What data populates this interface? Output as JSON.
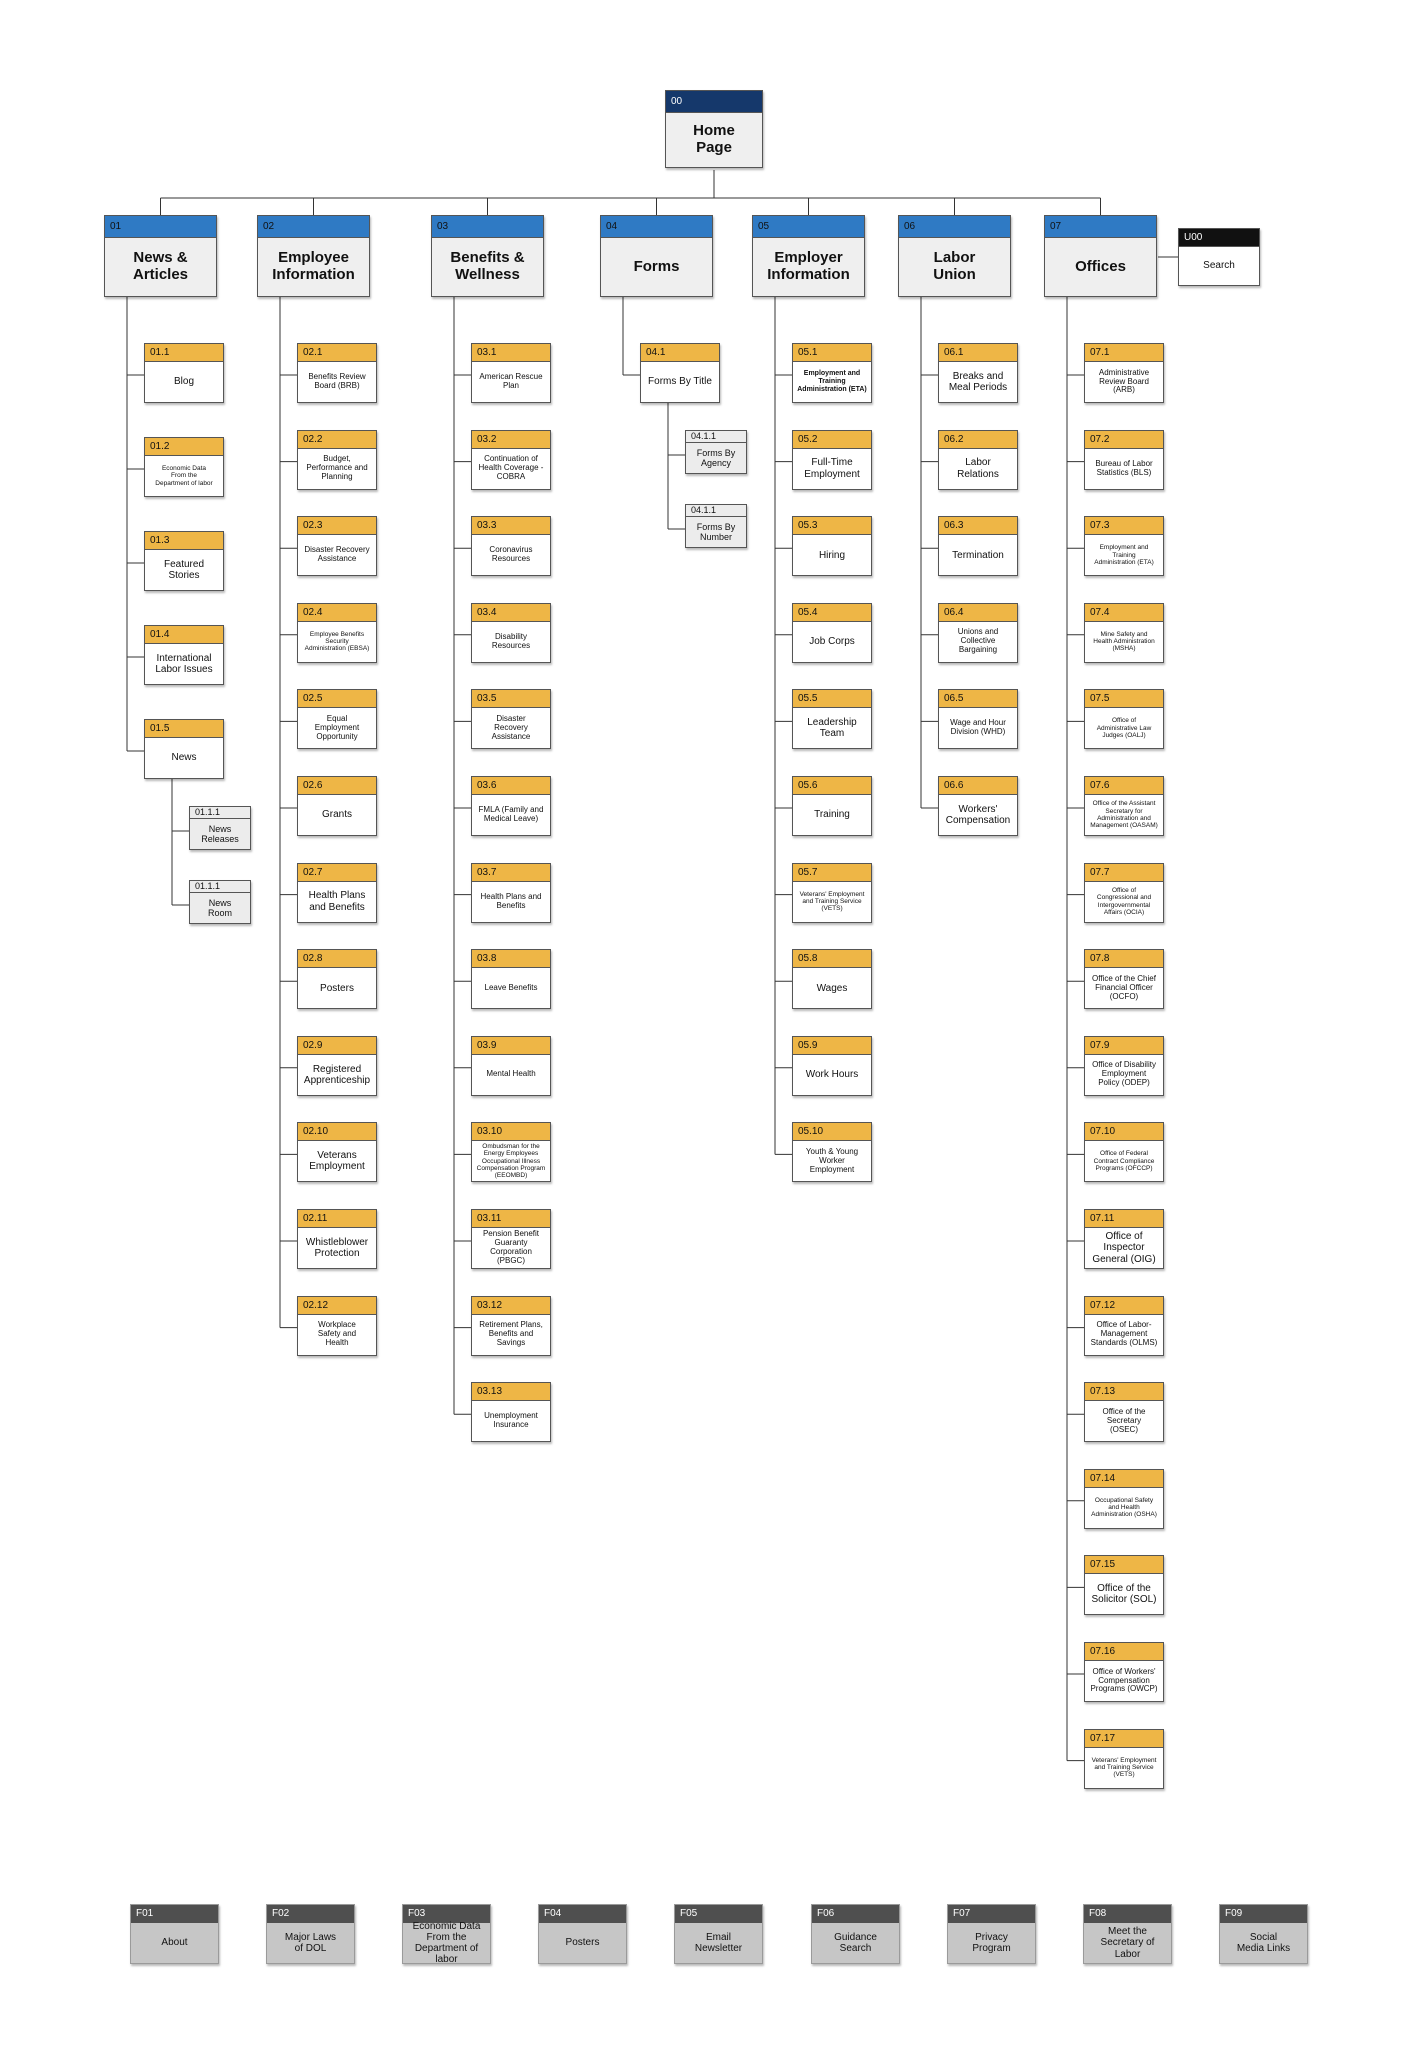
{
  "diagram": {
    "home": {
      "id": "00",
      "label": "Home\nPage"
    },
    "utility": {
      "id": "U00",
      "label": "Search"
    },
    "sections": [
      {
        "id": "01",
        "label": "News &\nArticles",
        "items": [
          {
            "id": "01.1",
            "label": "Blog",
            "size": "n"
          },
          {
            "id": "01.2",
            "label": "Economic Data\nFrom the\nDepartment of labor",
            "size": "xs"
          },
          {
            "id": "01.3",
            "label": "Featured\nStories",
            "size": "n"
          },
          {
            "id": "01.4",
            "label": "International\nLabor Issues",
            "size": "n"
          },
          {
            "id": "01.5",
            "label": "News",
            "size": "n",
            "children": [
              {
                "id": "01.1.1",
                "label": "News\nReleases"
              },
              {
                "id": "01.1.1",
                "label": "News\nRoom"
              }
            ]
          }
        ]
      },
      {
        "id": "02",
        "label": "Employee\nInformation",
        "items": [
          {
            "id": "02.1",
            "label": "Benefits Review\nBoard (BRB)",
            "size": "s"
          },
          {
            "id": "02.2",
            "label": "Budget,\nPerformance and\nPlanning",
            "size": "s"
          },
          {
            "id": "02.3",
            "label": "Disaster Recovery\nAssistance",
            "size": "s"
          },
          {
            "id": "02.4",
            "label": "Employee Benefits\nSecurity\nAdministration (EBSA)",
            "size": "xs"
          },
          {
            "id": "02.5",
            "label": "Equal\nEmployment\nOpportunity",
            "size": "s"
          },
          {
            "id": "02.6",
            "label": "Grants",
            "size": "n"
          },
          {
            "id": "02.7",
            "label": "Health Plans\nand Benefits",
            "size": "n"
          },
          {
            "id": "02.8",
            "label": "Posters",
            "size": "n"
          },
          {
            "id": "02.9",
            "label": "Registered\nApprenticeship",
            "size": "n"
          },
          {
            "id": "02.10",
            "label": "Veterans\nEmployment",
            "size": "n"
          },
          {
            "id": "02.11",
            "label": "Whistleblower\nProtection",
            "size": "n"
          },
          {
            "id": "02.12",
            "label": "Workplace\nSafety and\nHealth",
            "size": "s"
          }
        ]
      },
      {
        "id": "03",
        "label": "Benefits &\nWellness",
        "items": [
          {
            "id": "03.1",
            "label": "American Rescue\nPlan",
            "size": "s"
          },
          {
            "id": "03.2",
            "label": "Continuation of\nHealth Coverage -\nCOBRA",
            "size": "s"
          },
          {
            "id": "03.3",
            "label": "Coronavirus\nResources",
            "size": "s"
          },
          {
            "id": "03.4",
            "label": "Disability\nResources",
            "size": "s"
          },
          {
            "id": "03.5",
            "label": "Disaster\nRecovery\nAssistance",
            "size": "s"
          },
          {
            "id": "03.6",
            "label": "FMLA (Family and\nMedical Leave)",
            "size": "s"
          },
          {
            "id": "03.7",
            "label": "Health Plans and\nBenefits",
            "size": "s"
          },
          {
            "id": "03.8",
            "label": "Leave Benefits",
            "size": "s"
          },
          {
            "id": "03.9",
            "label": "Mental Health",
            "size": "s"
          },
          {
            "id": "03.10",
            "label": "Ombudsman for the\nEnergy Employees\nOccupational Illness\nCompensation Program\n(EEOMBD)",
            "size": "xs"
          },
          {
            "id": "03.11",
            "label": "Pension Benefit\nGuaranty\nCorporation (PBGC)",
            "size": "s"
          },
          {
            "id": "03.12",
            "label": "Retirement Plans,\nBenefits and\nSavings",
            "size": "s"
          },
          {
            "id": "03.13",
            "label": "Unemployment\nInsurance",
            "size": "s"
          }
        ]
      },
      {
        "id": "04",
        "label": "Forms",
        "items": [
          {
            "id": "04.1",
            "label": "Forms By Title",
            "size": "n",
            "children": [
              {
                "id": "04.1.1",
                "label": "Forms By\nAgency"
              },
              {
                "id": "04.1.1",
                "label": "Forms By\nNumber"
              }
            ]
          }
        ]
      },
      {
        "id": "05",
        "label": "Employer\nInformation",
        "items": [
          {
            "id": "05.1",
            "label": "Employment and\nTraining\nAdministration (ETA)",
            "size": "b"
          },
          {
            "id": "05.2",
            "label": "Full-Time\nEmployment",
            "size": "n"
          },
          {
            "id": "05.3",
            "label": "Hiring",
            "size": "n"
          },
          {
            "id": "05.4",
            "label": "Job Corps",
            "size": "n"
          },
          {
            "id": "05.5",
            "label": "Leadership\nTeam",
            "size": "n"
          },
          {
            "id": "05.6",
            "label": "Training",
            "size": "n"
          },
          {
            "id": "05.7",
            "label": "Veterans' Employment\nand Training Service\n(VETS)",
            "size": "xs"
          },
          {
            "id": "05.8",
            "label": "Wages",
            "size": "n"
          },
          {
            "id": "05.9",
            "label": "Work Hours",
            "size": "n"
          },
          {
            "id": "05.10",
            "label": "Youth & Young\nWorker\nEmployment",
            "size": "s"
          }
        ]
      },
      {
        "id": "06",
        "label": "Labor\nUnion",
        "items": [
          {
            "id": "06.1",
            "label": "Breaks and\nMeal Periods",
            "size": "n"
          },
          {
            "id": "06.2",
            "label": "Labor\nRelations",
            "size": "n"
          },
          {
            "id": "06.3",
            "label": "Termination",
            "size": "n"
          },
          {
            "id": "06.4",
            "label": "Unions and\nCollective\nBargaining",
            "size": "s"
          },
          {
            "id": "06.5",
            "label": "Wage and Hour\nDivision (WHD)",
            "size": "s"
          },
          {
            "id": "06.6",
            "label": "Workers'\nCompensation",
            "size": "n"
          }
        ]
      },
      {
        "id": "07",
        "label": "Offices",
        "items": [
          {
            "id": "07.1",
            "label": "Administrative\nReview Board\n(ARB)",
            "size": "s"
          },
          {
            "id": "07.2",
            "label": "Bureau of Labor\nStatistics (BLS)",
            "size": "s"
          },
          {
            "id": "07.3",
            "label": "Employment and\nTraining\nAdministration (ETA)",
            "size": "xs"
          },
          {
            "id": "07.4",
            "label": "Mine Safety and\nHealth Administration\n(MSHA)",
            "size": "xs"
          },
          {
            "id": "07.5",
            "label": "Office of\nAdministrative Law\nJudges (OALJ)",
            "size": "xs"
          },
          {
            "id": "07.6",
            "label": "Office of the Assistant\nSecretary for\nAdministration and\nManagement (OASAM)",
            "size": "xs"
          },
          {
            "id": "07.7",
            "label": "Office of\nCongressional and\nIntergovernmental\nAffairs (OCIA)",
            "size": "xs"
          },
          {
            "id": "07.8",
            "label": "Office of the Chief\nFinancial Officer\n(OCFO)",
            "size": "s"
          },
          {
            "id": "07.9",
            "label": "Office of Disability\nEmployment\nPolicy (ODEP)",
            "size": "s"
          },
          {
            "id": "07.10",
            "label": "Office of Federal\nContract Compliance\nPrograms (OFCCP)",
            "size": "xs"
          },
          {
            "id": "07.11",
            "label": "Office of\nInspector\nGeneral (OIG)",
            "size": "n"
          },
          {
            "id": "07.12",
            "label": "Office of Labor-\nManagement\nStandards (OLMS)",
            "size": "s"
          },
          {
            "id": "07.13",
            "label": "Office of the\nSecretary\n(OSEC)",
            "size": "s"
          },
          {
            "id": "07.14",
            "label": "Occupational Safety\nand Health\nAdministration (OSHA)",
            "size": "xs"
          },
          {
            "id": "07.15",
            "label": "Office of the\nSolicitor (SOL)",
            "size": "n"
          },
          {
            "id": "07.16",
            "label": "Office of Workers'\nCompensation\nPrograms (OWCP)",
            "size": "s"
          },
          {
            "id": "07.17",
            "label": "Veterans' Employment\nand Training Service\n(VETS)",
            "size": "xs"
          }
        ]
      }
    ],
    "footer": [
      {
        "id": "F01",
        "label": "About",
        "size": "n"
      },
      {
        "id": "F02",
        "label": "Major Laws\nof DOL",
        "size": "n"
      },
      {
        "id": "F03",
        "label": "Economic Data\nFrom the\nDepartment of\nlabor",
        "size": "xs"
      },
      {
        "id": "F04",
        "label": "Posters",
        "size": "n"
      },
      {
        "id": "F05",
        "label": "Email\nNewsletter",
        "size": "n"
      },
      {
        "id": "F06",
        "label": "Guidance\nSearch",
        "size": "n"
      },
      {
        "id": "F07",
        "label": "Privacy\nProgram",
        "size": "n"
      },
      {
        "id": "F08",
        "label": "Meet the\nSecretary of\nLabor",
        "size": "n"
      },
      {
        "id": "F09",
        "label": "Social\nMedia Links",
        "size": "n"
      }
    ]
  },
  "colors": {
    "home_header": "#15386b",
    "section_header": "#2f7ac4",
    "item_header": "#eeb646",
    "utility_header": "#111111",
    "footer_header": "#4f4f4f",
    "footer_body": "#c6c6c6",
    "connector": "#333333"
  }
}
